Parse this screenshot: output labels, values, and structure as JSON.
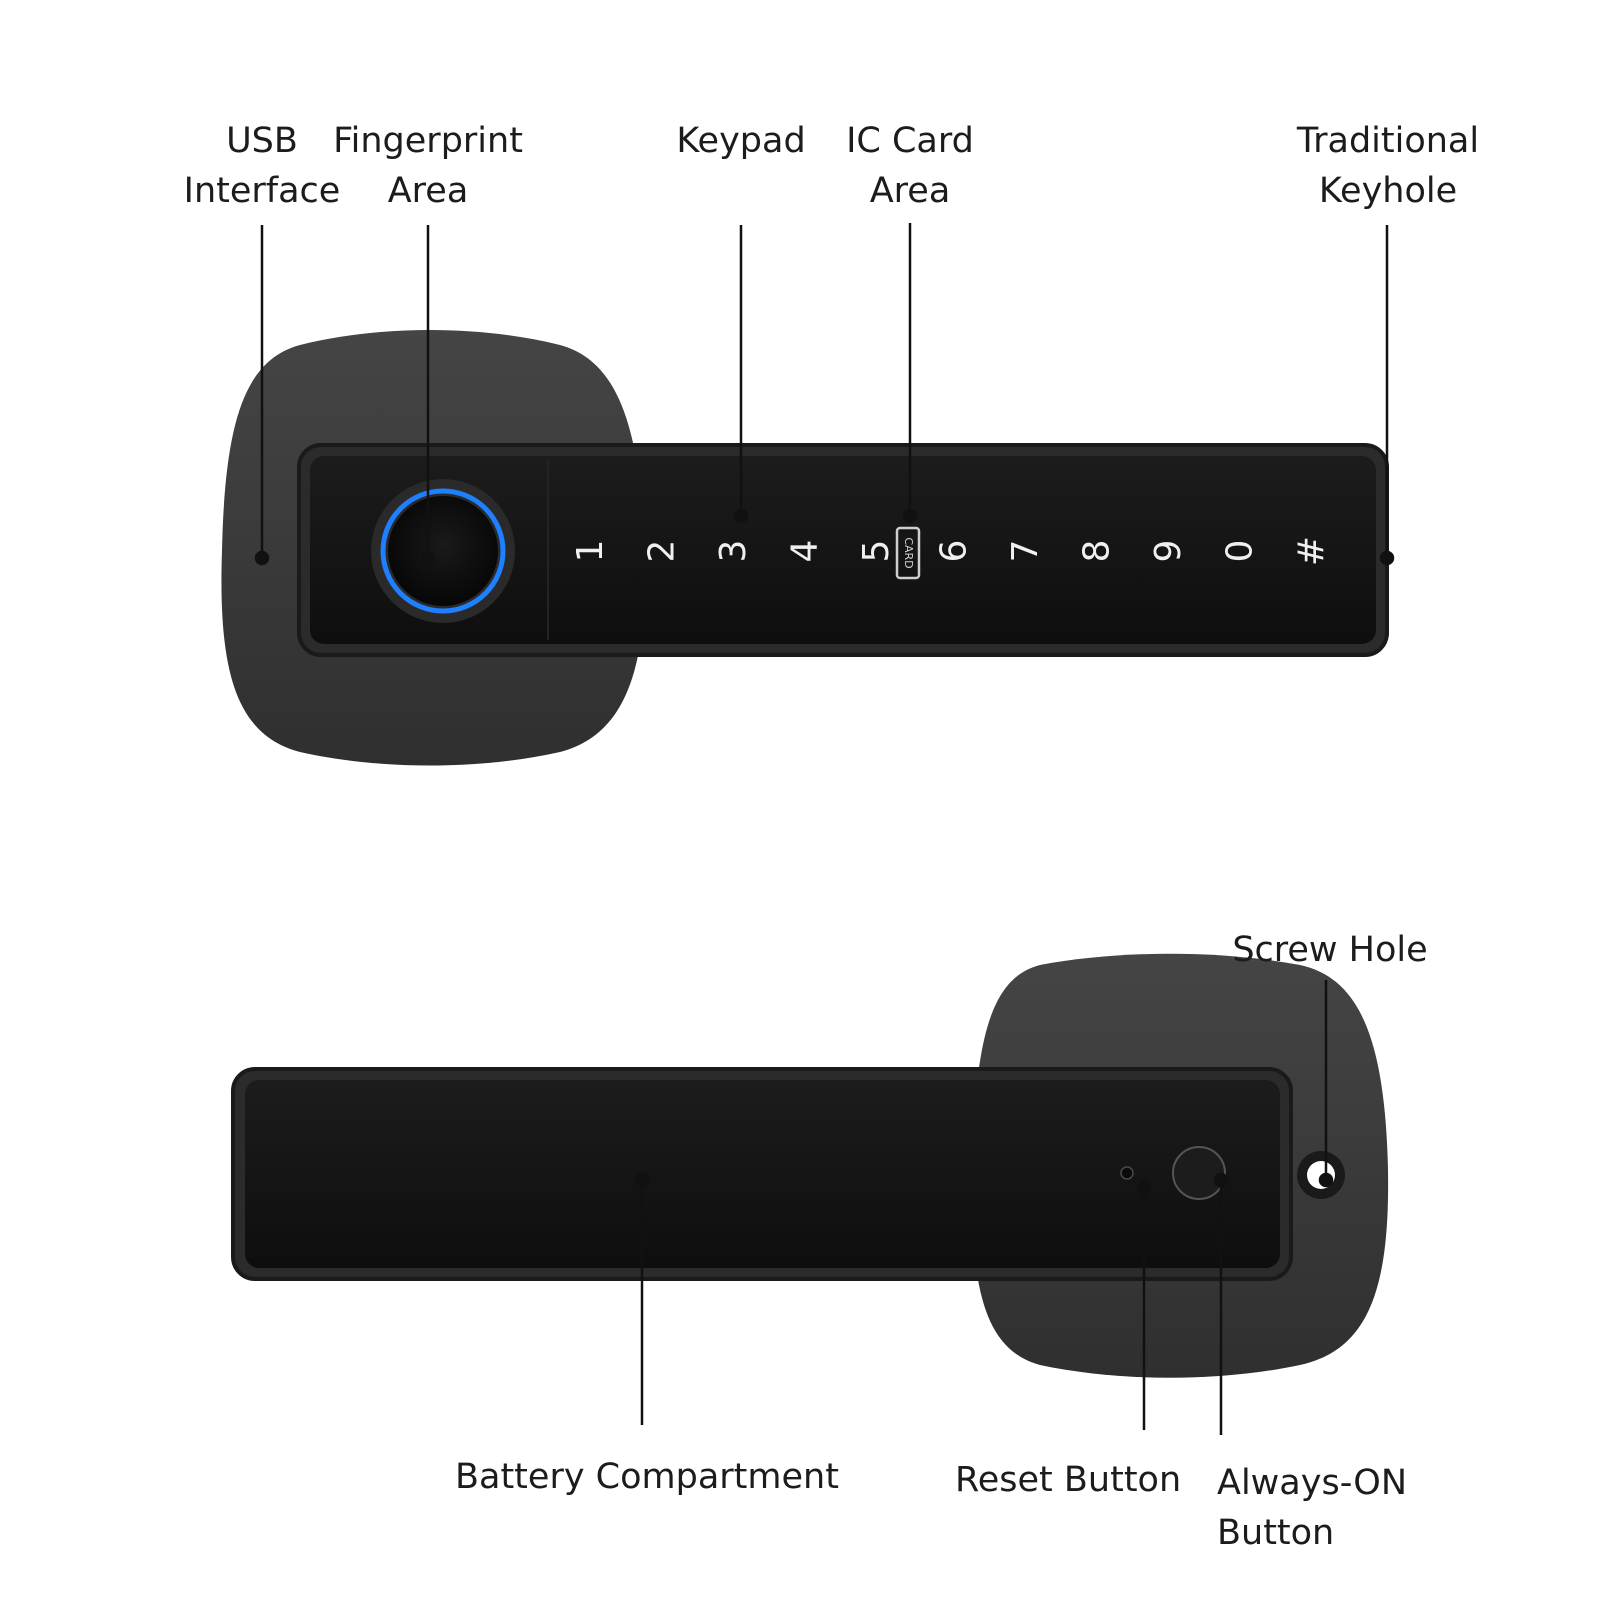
{
  "labels": {
    "usb": [
      "USB",
      "Interface"
    ],
    "fingerprint": [
      "Fingerprint",
      "Area"
    ],
    "keypad": [
      "Keypad"
    ],
    "ic_card": [
      "IC Card",
      "Area"
    ],
    "keyhole": [
      "Traditional",
      "Keyhole"
    ],
    "screw_hole": [
      "Screw Hole"
    ],
    "battery": [
      "Battery Compartment"
    ],
    "reset": [
      "Reset Button"
    ],
    "always_on": [
      "Always-ON",
      "Button"
    ]
  },
  "keypad_keys": [
    "1",
    "2",
    "3",
    "4",
    "5",
    "6",
    "7",
    "8",
    "9",
    "0",
    "#"
  ],
  "card_mark": "CARD",
  "colors": {
    "body": "#3a3a3a",
    "body_shade": "#2e2e2e",
    "panel": "#141414",
    "panel_rim": "#222222",
    "fingerprint_ring": "#1e7fff",
    "key_text": "#f0f0f0",
    "leader": "#111111",
    "label_text": "#1c1c1c"
  }
}
